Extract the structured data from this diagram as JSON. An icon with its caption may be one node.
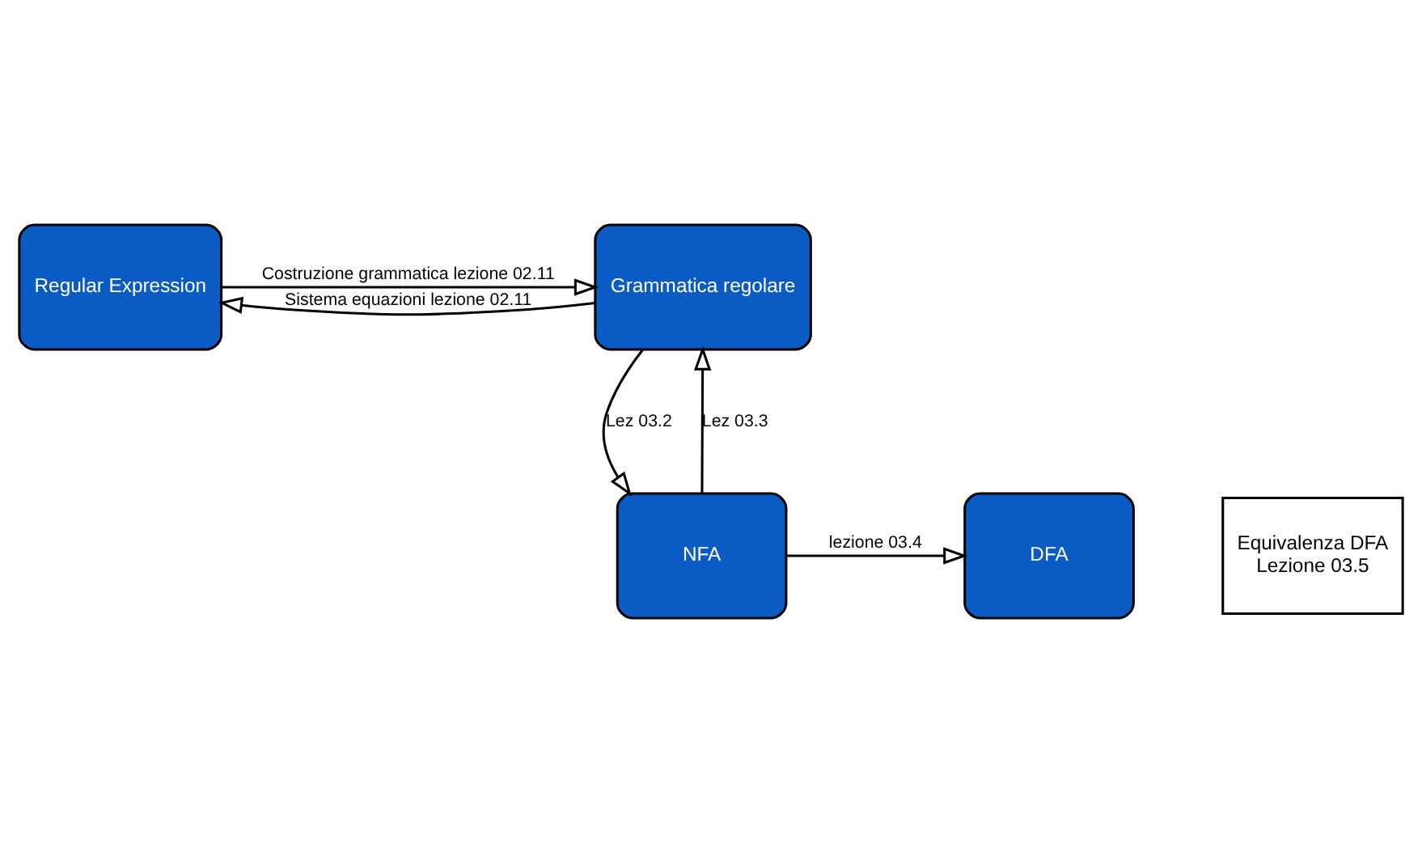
{
  "diagram": {
    "nodes": [
      {
        "text": [
          "Regular Expression"
        ]
      },
      {
        "text": [
          "Grammatica regolare"
        ]
      },
      {
        "text": [
          "Equivalenza DFA",
          "Lezione 03.5"
        ]
      },
      {
        "text": [
          "DFA"
        ]
      },
      {
        "text": [
          "NFA"
        ]
      }
    ],
    "edges": [
      {
        "from": 0,
        "to": 1,
        "arrow": "to",
        "label": "Costruzione grammatica lezione 02.11"
      },
      {
        "from": 1,
        "to": 0,
        "arrow": "to",
        "label": "Sistema equazioni lezione 02.11"
      },
      {
        "from": 1,
        "to": 4,
        "arrow": "to",
        "label": "Lez 03.2"
      },
      {
        "from": 4,
        "to": 1,
        "arrow": "to",
        "label": "Lez 03.3"
      },
      {
        "from": 4,
        "to": 3,
        "arrow": "to",
        "label": "lezione 03.4"
      }
    ]
  }
}
